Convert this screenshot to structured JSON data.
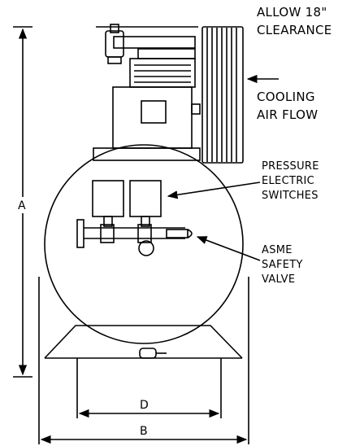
{
  "callouts": {
    "clearance": [
      "ALLOW 18\"",
      "CLEARANCE"
    ],
    "cooling_air_flow": [
      "COOLING",
      "AIR FLOW"
    ],
    "pressure_switches": [
      "PRESSURE",
      "ELECTRIC",
      "SWITCHES"
    ],
    "safety_valve": [
      "ASME",
      "SAFETY",
      "VALVE"
    ]
  },
  "dimensions": {
    "height": "A",
    "inner_width": "D",
    "overall_width": "B"
  }
}
